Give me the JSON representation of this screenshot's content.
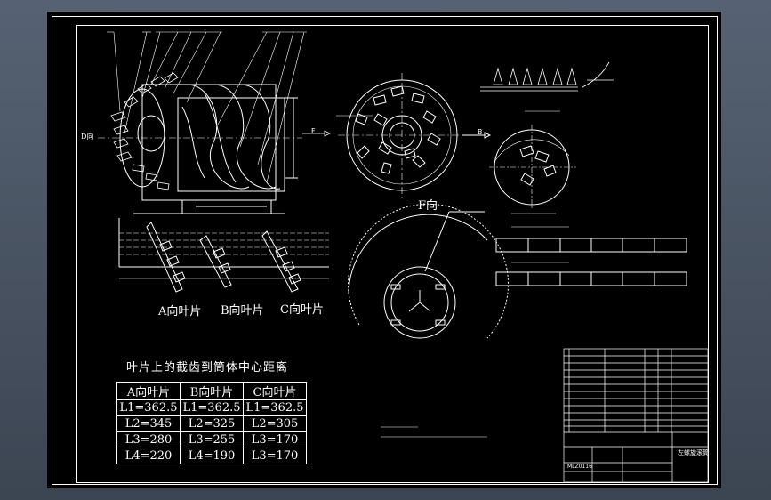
{
  "drawing": {
    "view_labels": {
      "d_dir": "D向",
      "f_dir": "F向",
      "f_arrow": "F",
      "b_arrow": "B"
    },
    "blade_labels": {
      "a": "A向叶片",
      "b": "B向叶片",
      "c": "C向叶片"
    },
    "table_title": "叶片上的截齿到筒体中心距离",
    "distance_table": {
      "headers": [
        "A向叶片",
        "B向叶片",
        "C向叶片"
      ],
      "rows": [
        [
          "L1=362.5",
          "L1=362.5",
          "L1=362.5"
        ],
        [
          "L2=345",
          "L2=325",
          "L2=305"
        ],
        [
          "L3=280",
          "L3=255",
          "L3=170"
        ],
        [
          "L4=220",
          "L4=190",
          "L3=170"
        ]
      ]
    },
    "title_block": {
      "drawing_name": "左螺旋滚筒",
      "drawing_number": "MLZ0116"
    },
    "colors": {
      "lines": "#ffffff",
      "background": "#000000",
      "viewport": "#4a5563"
    }
  }
}
